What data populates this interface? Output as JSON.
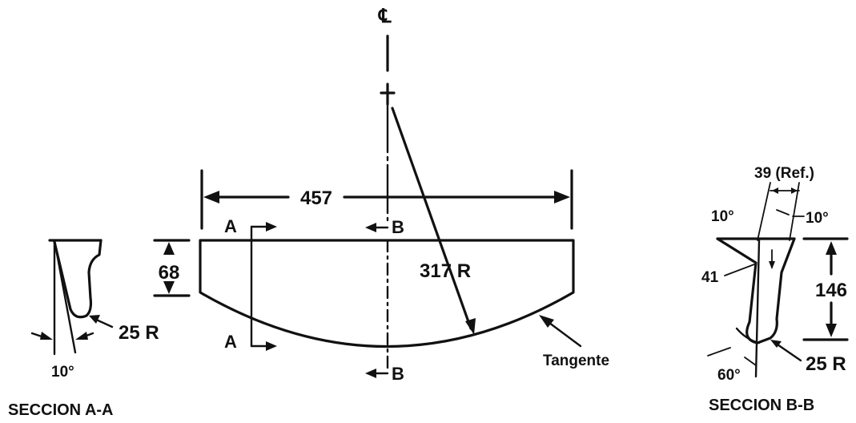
{
  "centerline_symbol": "℄",
  "main_view": {
    "width_dim": "457",
    "height_dim": "68",
    "radius_dim": "317 R",
    "section_a_label": "A",
    "section_b_label": "B",
    "tangent_label": "Tangente"
  },
  "section_aa": {
    "radius": "25 R",
    "angle": "10°",
    "title": "SECCION A-A"
  },
  "section_bb": {
    "ref_dim": "39 (Ref.)",
    "angle_left": "10°",
    "angle_right": "10°",
    "dim_41": "41",
    "dim_146": "146",
    "radius": "25 R",
    "angle_bottom": "60°",
    "title": "SECCION B-B"
  }
}
